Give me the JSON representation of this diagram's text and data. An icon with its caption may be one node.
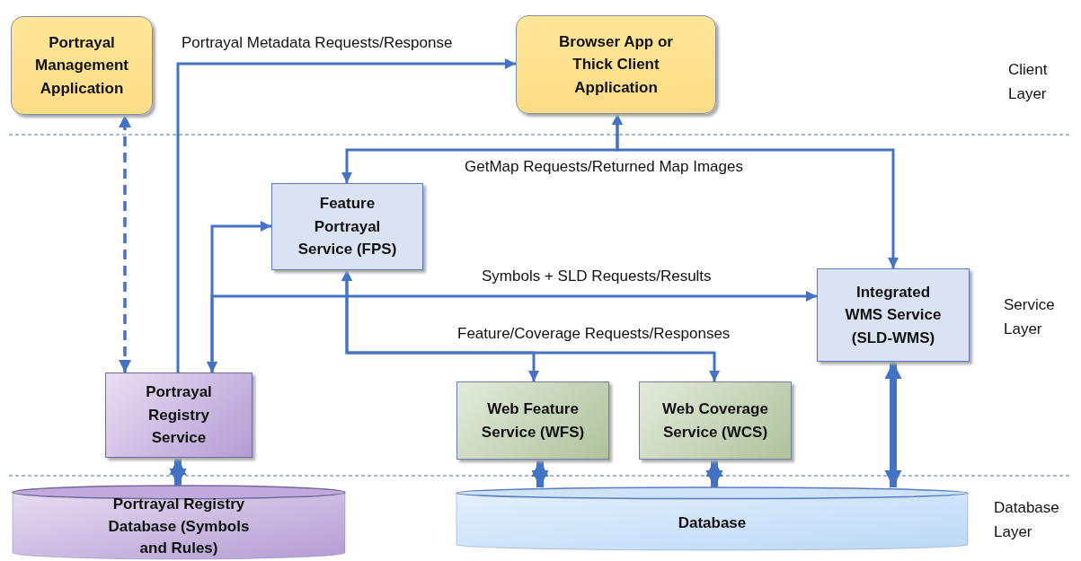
{
  "diagram": {
    "nodes": [
      {
        "text": [
          "Portrayal Management Application"
        ]
      },
      {
        "text": [
          "Browser App or Thick Client Application"
        ]
      },
      {
        "text": [
          "Feature Portrayal Service (FPS)"
        ]
      },
      {
        "text": [
          "Integrated WMS Service (SLD-WMS)"
        ]
      },
      {
        "text": [
          "Portrayal Registry Service"
        ]
      },
      {
        "text": [
          "Web Feature Service (WFS)"
        ]
      },
      {
        "text": [
          "Web Coverage Service (WCS)"
        ]
      },
      {
        "text": [
          "Portrayal Registry Database (Symbols and Rules)"
        ]
      },
      {
        "text": [
          "Database"
        ]
      }
    ],
    "edges": [
      {
        "from": 4,
        "to": 0,
        "arrow": "both",
        "style": "dashed"
      },
      {
        "from": 4,
        "to": 1,
        "arrow": "to",
        "label": "Portrayal Metadata Requests/Response"
      },
      {
        "from": 1,
        "to": 2,
        "arrow": "both",
        "label": "GetMap Requests/Returned Map Images"
      },
      {
        "from": 1,
        "to": 3,
        "arrow": "both"
      },
      {
        "from": 2,
        "to": 4,
        "arrow": "both"
      },
      {
        "from": 4,
        "to": 3,
        "arrow": "both",
        "label": "Symbols + SLD Requests/Results"
      },
      {
        "from": 2,
        "to": 5,
        "arrow": "both",
        "label": "Feature/Coverage Requests/Responses"
      },
      {
        "from": 2,
        "to": 6,
        "arrow": "both"
      },
      {
        "from": 4,
        "to": 7,
        "arrow": "both",
        "style": "thick"
      },
      {
        "from": 5,
        "to": 8,
        "arrow": "both",
        "style": "thick"
      },
      {
        "from": 6,
        "to": 8,
        "arrow": "both",
        "style": "thick"
      },
      {
        "from": 3,
        "to": 8,
        "arrow": "both",
        "style": "thick"
      }
    ],
    "labels": [
      "Client Layer",
      "Service Layer",
      "Database Layer"
    ]
  }
}
